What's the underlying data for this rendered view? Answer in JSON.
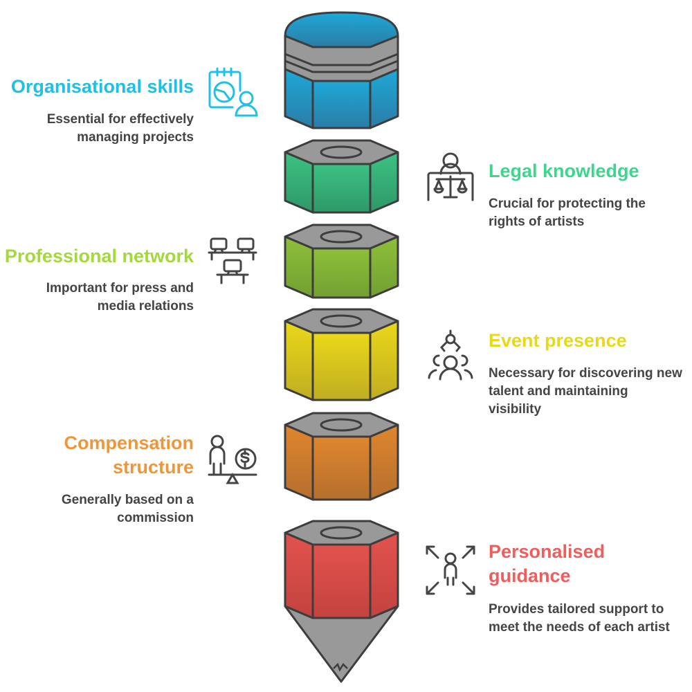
{
  "items": [
    {
      "title": "Organisational skills",
      "description": "Essential for effectively managing projects",
      "color": "#1ec0e8",
      "icon": "calendar-chart-person-icon"
    },
    {
      "title": "Legal knowledge",
      "description": "Crucial for protecting the rights of artists",
      "color": "#3dd68c",
      "icon": "judge-scales-icon"
    },
    {
      "title": "Professional network",
      "description": "Important for press and media relations",
      "color": "#a3d93b",
      "icon": "network-computers-icon"
    },
    {
      "title": "Event presence",
      "description": "Necessary for discovering new talent and maintaining visibility",
      "color": "#e8d81a",
      "icon": "talent-scout-group-icon"
    },
    {
      "title": "Compensation structure",
      "description": "Generally based on a commission",
      "color": "#f0963a",
      "icon": "person-dollar-balance-icon"
    },
    {
      "title": "Personalised guidance",
      "description": "Provides tailored support to meet the needs of each artist",
      "color": "#ef5d5d",
      "icon": "person-focus-arrows-icon"
    }
  ],
  "segments": [
    {
      "name": "eraser-cap",
      "top": "#1fa8d8",
      "bottom": "#2a7da6"
    },
    {
      "name": "green",
      "top": "#3cc283",
      "bottom": "#2f9868"
    },
    {
      "name": "olive",
      "top": "#8fbf3a",
      "bottom": "#72a033"
    },
    {
      "name": "yellow",
      "top": "#ead81a",
      "bottom": "#c0ad22"
    },
    {
      "name": "orange",
      "top": "#e0862e",
      "bottom": "#b56f2e"
    },
    {
      "name": "red",
      "top": "#e3524d",
      "bottom": "#c3433f"
    }
  ]
}
